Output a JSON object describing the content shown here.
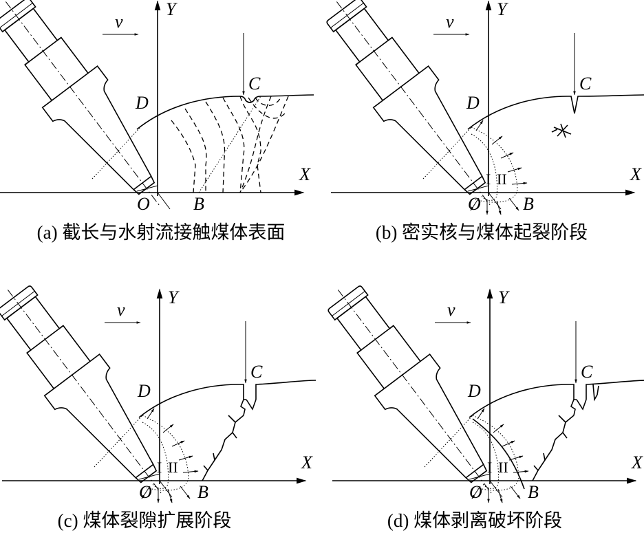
{
  "labels": {
    "x": "X",
    "y": "Y",
    "v": "v",
    "d": "D",
    "c": "C",
    "o": "O",
    "b": "B",
    "zone1": "I",
    "zone2": "II"
  },
  "panels": [
    {
      "id": "a",
      "caption": "(a) 截长与水射流接触煤体表面"
    },
    {
      "id": "b",
      "caption": "(b) 密实核与煤体起裂阶段"
    },
    {
      "id": "c",
      "caption": "(c) 煤体裂隙扩展阶段"
    },
    {
      "id": "d",
      "caption": "(d) 煤体剥离破坏阶段"
    }
  ]
}
